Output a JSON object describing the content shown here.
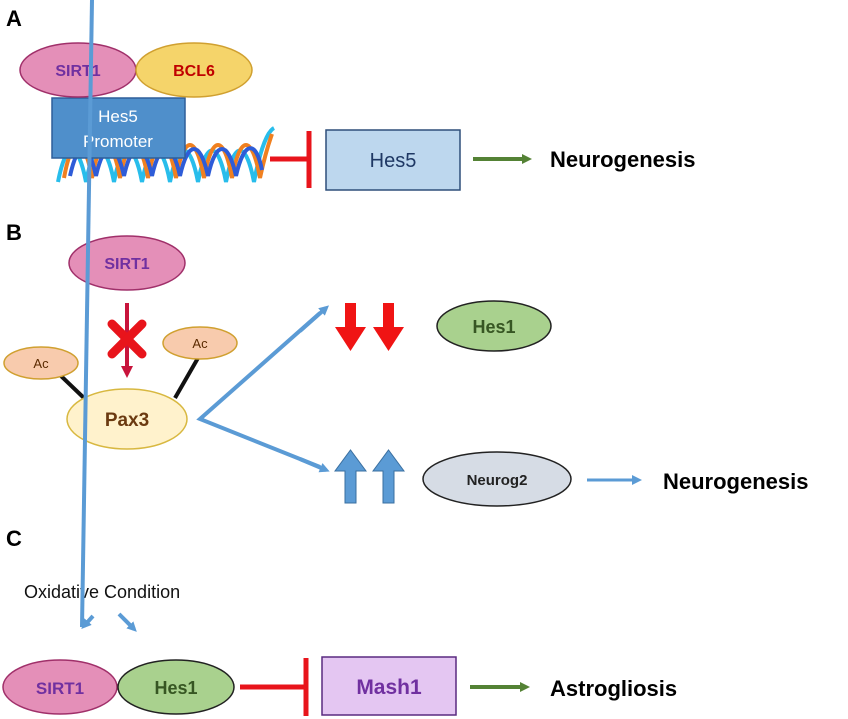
{
  "panels": {
    "A": {
      "label": "A",
      "sirt1": "SIRT1",
      "bcl6": "BCL6",
      "promoter_line1": "Hes5",
      "promoter_line2": "Promoter",
      "hes5_box": "Hes5",
      "outcome": "Neurogenesis"
    },
    "B": {
      "label": "B",
      "sirt1": "SIRT1",
      "ac_left": "Ac",
      "ac_right": "Ac",
      "pax3": "Pax3",
      "hes1": "Hes1",
      "neurog2": "Neurog2",
      "outcome": "Neurogenesis"
    },
    "C": {
      "label": "C",
      "condition": "Oxidative Condition",
      "sirt1": "SIRT1",
      "hes1": "Hes1",
      "mash1_box": "Mash1",
      "outcome": "Astrogliosis"
    }
  },
  "colors": {
    "sirt1_fill": "#E48FB8",
    "sirt1_text": "#7030A0",
    "bcl6_fill": "#F5D46A",
    "bcl6_text": "#C00000",
    "promoter_fill": "#4F8FCB",
    "hes5_fill": "#BDD7EE",
    "inhibit_red": "#E8141B",
    "green_arrow": "#548235",
    "blue_arrow": "#5B9BD5",
    "hes1_fill": "#A9D18E",
    "hes1_text": "#375623",
    "neurog2_fill": "#D6DCE5",
    "pax3_fill": "#FFF2CC",
    "ac_fill": "#F8CBAD",
    "mash1_fill": "#E4C6F2",
    "mash1_text": "#7030A0"
  }
}
